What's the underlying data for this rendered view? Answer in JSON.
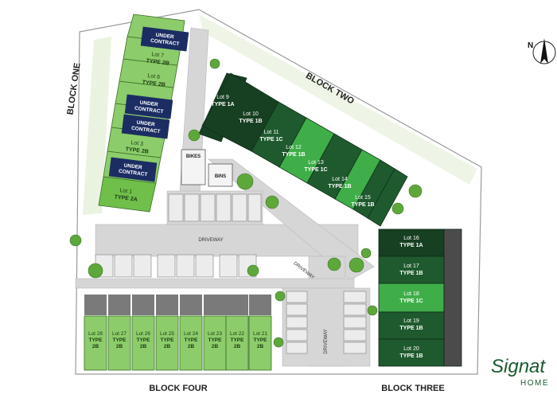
{
  "blocks": {
    "one": "BLOCK ONE",
    "two": "BLOCK TWO",
    "three": "BLOCK THREE",
    "four": "BLOCK FOUR"
  },
  "labels": {
    "driveway": "DRIVEWAY",
    "bikes": "BIKES",
    "bins": "BINS"
  },
  "compass": {
    "north": "N"
  },
  "brand": {
    "line1": "Signat",
    "line2": "HOME"
  },
  "lots": {
    "l1": {
      "lot": "Lot 1",
      "type": "TYPE 2A"
    },
    "uc_a": {
      "line1": "UNDER",
      "line2": "CONTRACT"
    },
    "l3": {
      "lot": "Lot 3",
      "type": "TYPE 2B"
    },
    "uc_b": {
      "line1": "UNDER",
      "line2": "CONTRACT"
    },
    "uc_c": {
      "line1": "UNDER",
      "line2": "CONTRACT"
    },
    "l6": {
      "lot": "Lot 6",
      "type": "TYPE 2B"
    },
    "l7": {
      "lot": "Lot 7",
      "type": "TYPE 2B"
    },
    "uc_d": {
      "line1": "UNDER",
      "line2": "CONTRACT"
    },
    "l9": {
      "lot": "Lot 9",
      "type": "TYPE 1A"
    },
    "l10": {
      "lot": "Lot 10",
      "type": "TYPE 1B"
    },
    "l11": {
      "lot": "Lot 11",
      "type": "TYPE 1C"
    },
    "l12": {
      "lot": "Lot 12",
      "type": "TYPE 1B"
    },
    "l13": {
      "lot": "Lot 13",
      "type": "TYPE 1C"
    },
    "l14": {
      "lot": "Lot 14",
      "type": "TYPE 1B"
    },
    "l15": {
      "lot": "Lot 15",
      "type": "TYPE 1B"
    },
    "l16": {
      "lot": "Lot 16",
      "type": "TYPE 1A"
    },
    "l17": {
      "lot": "Lot 17",
      "type": "TYPE 1B"
    },
    "l18": {
      "lot": "Lot 18",
      "type": "TYPE 1C"
    },
    "l19": {
      "lot": "Lot 19",
      "type": "TYPE 1B"
    },
    "l20": {
      "lot": "Lot 20",
      "type": "TYPE 1B"
    },
    "l21": {
      "lot": "Lot 21",
      "type": "TYPE",
      "num": "2B"
    },
    "l22": {
      "lot": "Lot 22",
      "type": "TYPE",
      "num": "2B"
    },
    "l23": {
      "lot": "Lot 23",
      "type": "TYPE",
      "num": "2B"
    },
    "l24": {
      "lot": "Lot 24",
      "type": "TYPE",
      "num": "2B"
    },
    "l25": {
      "lot": "Lot 25",
      "type": "TYPE",
      "num": "2B"
    },
    "l26": {
      "lot": "Lot 26",
      "type": "TYPE",
      "num": "2B"
    },
    "l27": {
      "lot": "Lot 27",
      "type": "TYPE",
      "num": "2B"
    },
    "l28": {
      "lot": "Lot 28",
      "type": "TYPE",
      "num": "2B"
    }
  },
  "colors": {
    "type_1a": "#173f22",
    "type_1b": "#1f5a2e",
    "type_1c": "#3fae49",
    "type_2a": "#6fbf4a",
    "type_2b": "#8ccc6a",
    "under_contract": "#1c2d63",
    "road": "#c9c9c9",
    "tree": "#5ea83b"
  }
}
